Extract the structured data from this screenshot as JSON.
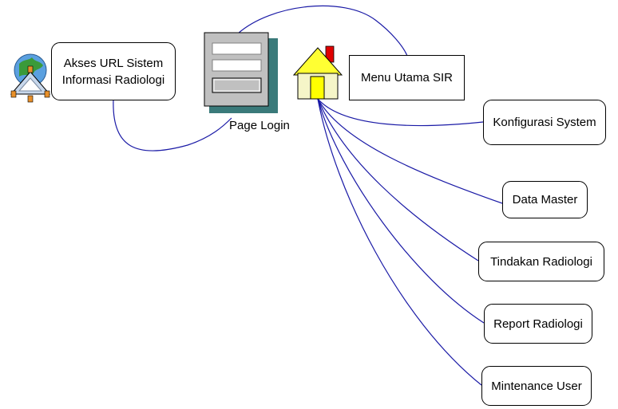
{
  "diagram": {
    "nodes": {
      "akses_url": "Akses URL Sistem\nInformasi Radiologi",
      "page_login": "Page Login",
      "menu_utama": "Menu Utama SIR",
      "konfigurasi": "Konfigurasi System",
      "data_master": "Data Master",
      "tindakan": "Tindakan Radiologi",
      "report": "Report Radiologi",
      "maintenance": "Mintenance User"
    },
    "icons": {
      "globe": "globe-network-icon",
      "login_form": "login-form-icon",
      "home": "home-icon"
    },
    "colors": {
      "connector": "#1a1aa6",
      "form_panel": "#c0c0c0",
      "form_shadow": "#3a7a7a",
      "house_wall": "#f5f5c8",
      "house_roof": "#ffff33",
      "house_door": "#ffff00",
      "chimney": "#e00000"
    }
  }
}
